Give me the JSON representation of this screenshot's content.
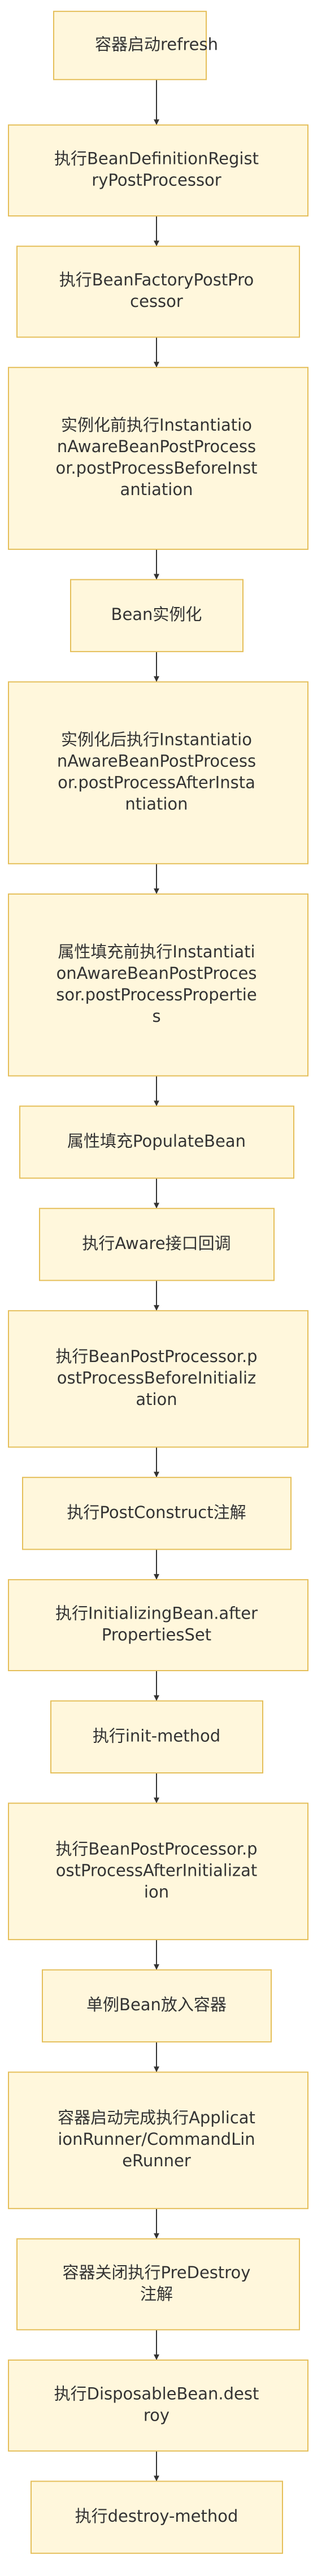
{
  "colors": {
    "node_fill": "#fff7dc",
    "node_border": "#e5bf5a",
    "edge": "#333333",
    "text": "#333333"
  },
  "nodes": [
    {
      "lines": [
        "容器启动refresh"
      ]
    },
    {
      "lines": [
        "执行BeanDefinitionRegist",
        "ryPostProcessor"
      ]
    },
    {
      "lines": [
        "执行BeanFactoryPostPro",
        "cessor"
      ]
    },
    {
      "lines": [
        "实例化前执行Instantiatio",
        "nAwareBeanPostProcess",
        "or.postProcessBeforeInst",
        "antiation"
      ]
    },
    {
      "lines": [
        "Bean实例化"
      ]
    },
    {
      "lines": [
        "实例化后执行Instantiatio",
        "nAwareBeanPostProcess",
        "or.postProcessAfterInsta",
        "ntiation"
      ]
    },
    {
      "lines": [
        "属性填充前执行Instantiati",
        "onAwareBeanPostProces",
        "sor.postProcessPropertie",
        "s"
      ]
    },
    {
      "lines": [
        "属性填充PopulateBean"
      ]
    },
    {
      "lines": [
        "执行Aware接口回调"
      ]
    },
    {
      "lines": [
        "执行BeanPostProcessor.p",
        "ostProcessBeforeInitializ",
        "ation"
      ]
    },
    {
      "lines": [
        "执行PostConstruct注解"
      ]
    },
    {
      "lines": [
        "执行InitializingBean.after",
        "PropertiesSet"
      ]
    },
    {
      "lines": [
        "执行init-method"
      ]
    },
    {
      "lines": [
        "执行BeanPostProcessor.p",
        "ostProcessAfterInitializat",
        "ion"
      ]
    },
    {
      "lines": [
        "单例Bean放入容器"
      ]
    },
    {
      "lines": [
        "容器启动完成执行Applicat",
        "ionRunner/CommandLin",
        "eRunner"
      ]
    },
    {
      "lines": [
        "容器关闭执行PreDestroy",
        "注解"
      ]
    },
    {
      "lines": [
        "执行DisposableBean.dest",
        "roy"
      ]
    },
    {
      "lines": [
        "执行destroy-method"
      ]
    }
  ]
}
